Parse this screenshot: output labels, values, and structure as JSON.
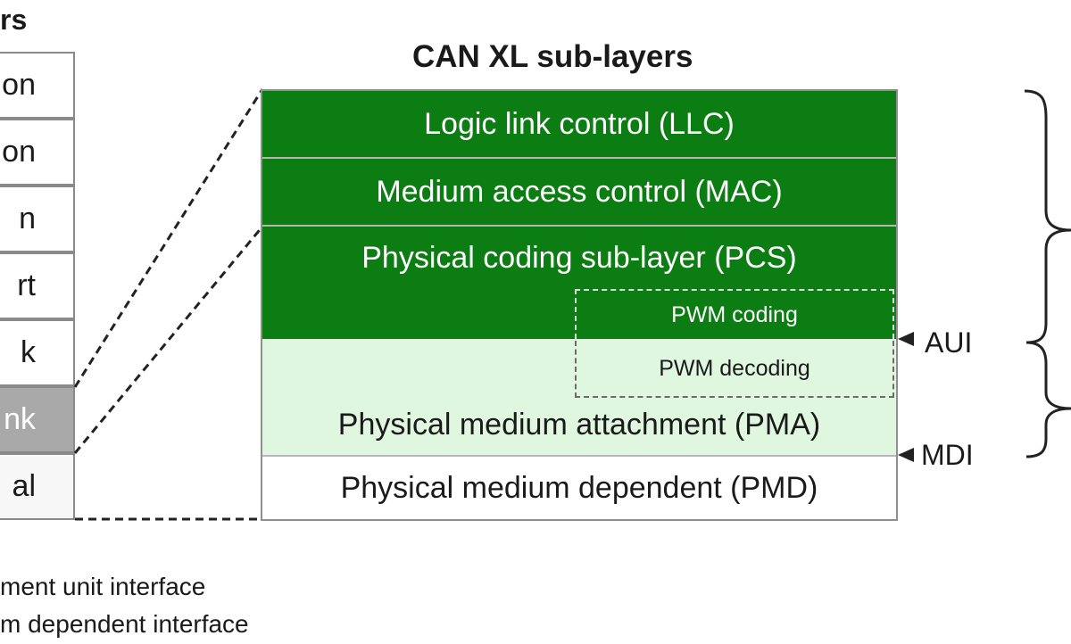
{
  "osi": {
    "title": "rs",
    "layers": [
      {
        "label": "on"
      },
      {
        "label": "ion"
      },
      {
        "label": "n"
      },
      {
        "label": "rt"
      },
      {
        "label": "k"
      },
      {
        "label": "nk",
        "highlight": true
      },
      {
        "label": "al"
      }
    ]
  },
  "canxl": {
    "title": "CAN XL sub-layers",
    "layers": {
      "llc": "Logic link control (LLC)",
      "mac": "Medium access control (MAC)",
      "pcs": "Physical  coding sub-layer (PCS)",
      "pma": "Physical medium attachment (PMA)",
      "pmd": "Physical medium dependent (PMD)"
    },
    "pwm_coding": "PWM coding",
    "pwm_decoding": "PWM decoding"
  },
  "interfaces": {
    "aui": "AUI",
    "mdi": "MDI"
  },
  "legend": {
    "aui_def": "ment unit interface",
    "mdi_def": "m dependent interface"
  },
  "colors": {
    "dark_green": "#0b7d12",
    "light_green": "#dff6df",
    "highlight_gray": "#a9a9a9"
  }
}
